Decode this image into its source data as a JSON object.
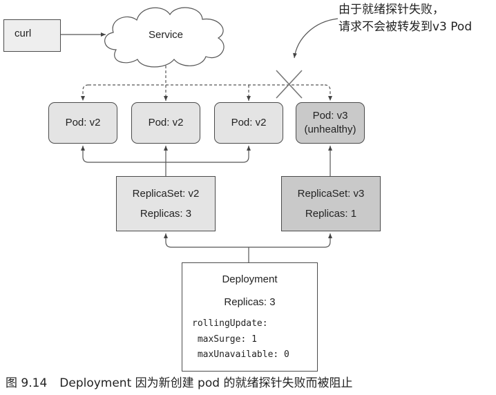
{
  "client": {
    "label": "curl"
  },
  "service": {
    "label": "Service"
  },
  "annotation": {
    "line1": "由于就绪探针失败，",
    "line2": "请求不会被转发到v3 Pod"
  },
  "pods": [
    {
      "label": "Pod: v2"
    },
    {
      "label": "Pod: v2"
    },
    {
      "label": "Pod: v2"
    },
    {
      "label": "Pod: v3",
      "status": "(unhealthy)"
    }
  ],
  "replicasets": [
    {
      "name": "ReplicaSet: v2",
      "replicas": "Replicas: 3"
    },
    {
      "name": "ReplicaSet: v3",
      "replicas": "Replicas: 1"
    }
  ],
  "deployment": {
    "name": "Deployment",
    "replicas": "Replicas: 3",
    "spec": [
      "rollingUpdate:",
      " maxSurge: 1",
      " maxUnavailable: 0"
    ]
  },
  "caption": {
    "number": "图 9.14",
    "text": "Deployment 因为新创建 pod 的就绪探针失败而被阻止"
  },
  "colors": {
    "client_fill": "#eeeeee",
    "pod_fill": "#e4e4e4",
    "unhealthy_fill": "#c9c9c9",
    "deployment_fill": "#ffffff"
  }
}
